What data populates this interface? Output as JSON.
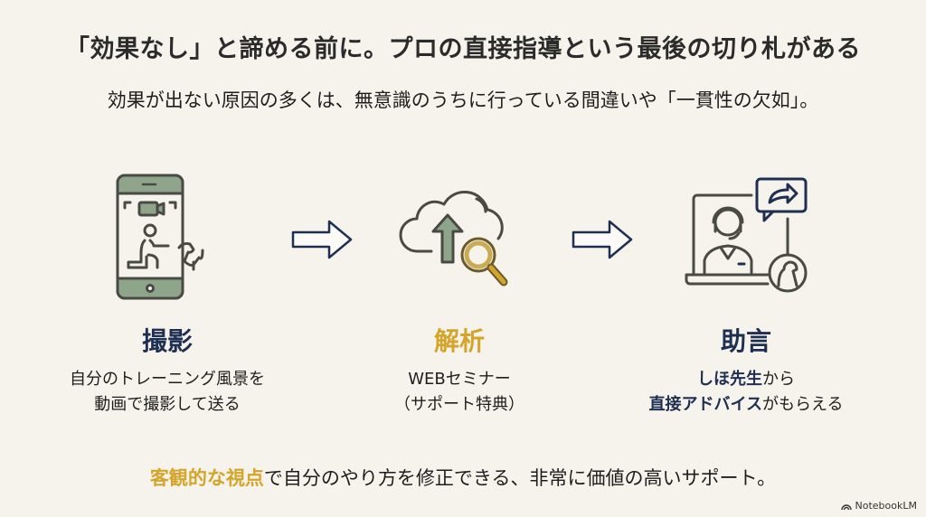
{
  "title": "「効果なし」と諦める前に。プロの直接指導という最後の切り札がある",
  "subtitle": "効果が出ない原因の多くは、無意識のうちに行っている間違いや「一貫性の欠如」。",
  "steps": [
    {
      "heading": "撮影",
      "icon": "smartphone-video-dog-icon",
      "desc_line1": "自分のトレーニング風景を",
      "desc_line2": "動画で撮影して送る"
    },
    {
      "heading": "解析",
      "icon": "cloud-upload-magnifier-icon",
      "desc_line1": "WEBセミナー",
      "desc_line2": "（サポート特典）"
    },
    {
      "heading": "助言",
      "icon": "online-advisor-icon",
      "desc_line1_hl": "しほ先生",
      "desc_line1_rest": "から",
      "desc_line2_hl": "直接アドバイス",
      "desc_line2_rest": "がもらえる"
    }
  ],
  "footer": {
    "highlight": "客観的な視点",
    "rest": "で自分のやり方を修正できる、非常に価値の高いサポート。"
  },
  "brand": "NotebookLM",
  "colors": {
    "navy": "#1e2f52",
    "gold": "#d4a52a",
    "green": "#8fa58a",
    "background": "#f6f3ec"
  }
}
